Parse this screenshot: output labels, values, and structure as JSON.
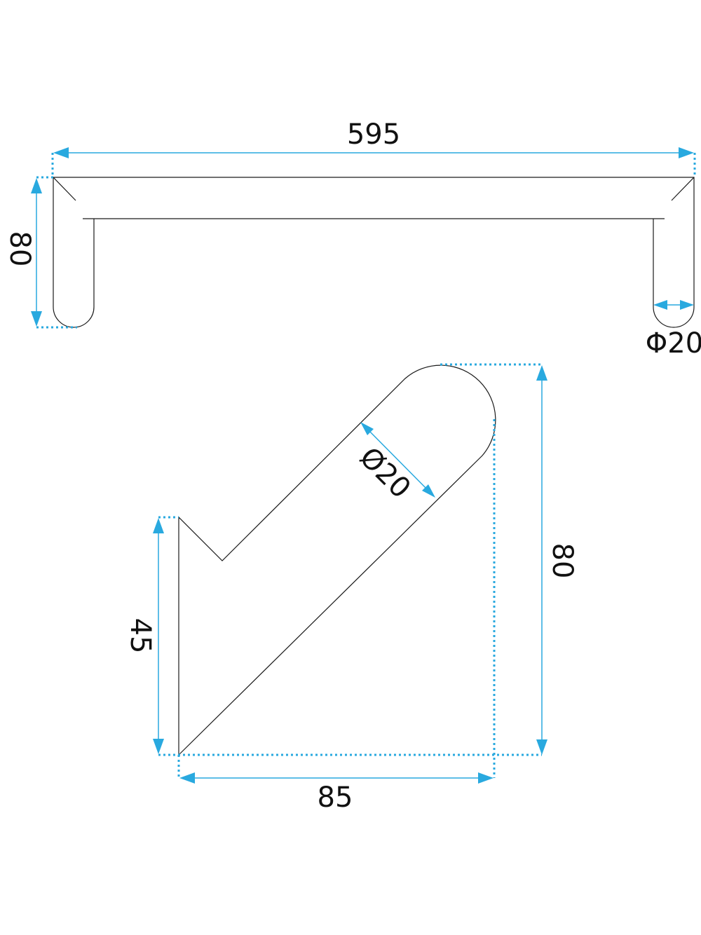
{
  "top_view": {
    "dims": {
      "length": "595",
      "height": "80",
      "diameter": "Φ20"
    }
  },
  "side_view": {
    "dims": {
      "diameter": "Ø20",
      "height": "80",
      "short_height": "45",
      "depth": "85"
    }
  },
  "colors": {
    "dimension": "#29a9df",
    "outline": "#1a1a1a"
  }
}
